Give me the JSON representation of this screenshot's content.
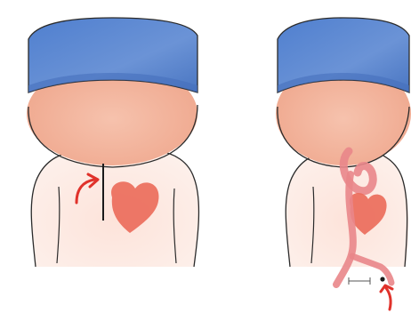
{
  "panels": [
    {
      "id": "left",
      "depicts": "surgeon-figure-with-heart-and-sternotomy-line",
      "colors": {
        "cap": "#5b87cf",
        "face": "#f3b49c",
        "torso": "#fbe8e2",
        "heart": "#ec6c5b",
        "arrow": "#e0322b",
        "outline": "#2b2b2b"
      }
    },
    {
      "id": "right",
      "depicts": "surgeon-figure-with-heart-and-femoral-vessel-access",
      "colors": {
        "cap": "#5b87cf",
        "face": "#f3b49c",
        "torso": "#fbe8e2",
        "heart": "#ec6c5b",
        "vessel": "#e9868a",
        "arrow": "#e0322b",
        "outline": "#2b2b2b"
      }
    }
  ]
}
